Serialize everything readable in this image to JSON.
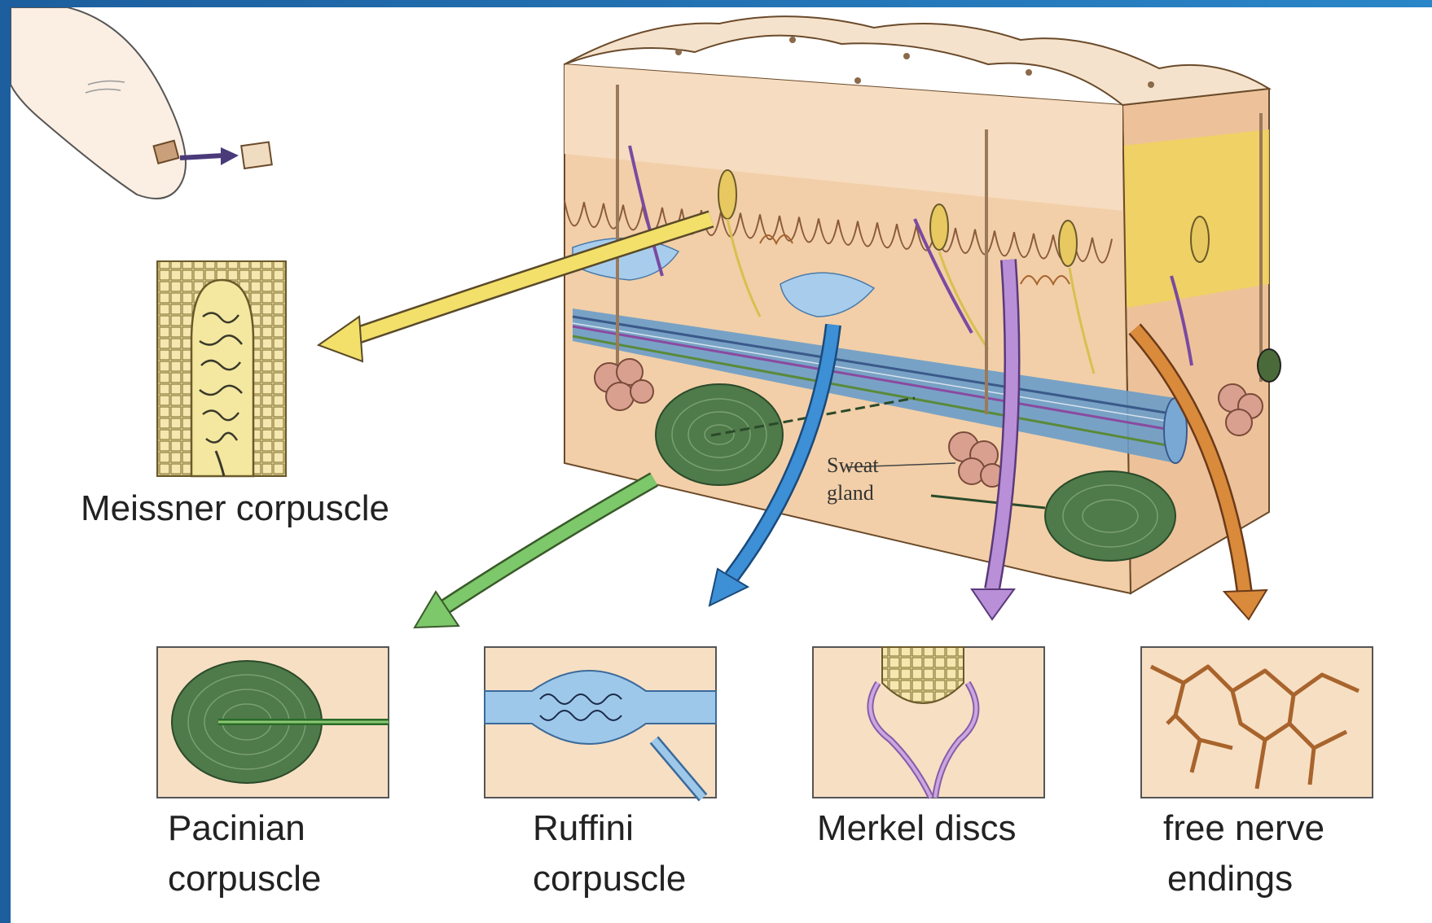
{
  "labels": {
    "meissner": "Meissner corpuscle",
    "pacinian_line1": "Pacinian",
    "pacinian_line2": "corpuscle",
    "ruffini_line1": "Ruffini",
    "ruffini_line2": "corpuscle",
    "merkel": "Merkel discs",
    "free_line1": "free nerve",
    "free_line2": "endings",
    "sweat_line1": "Sweat",
    "sweat_line2": "gland"
  },
  "colors": {
    "frame": "#1f6fb0",
    "skin_surface": "#f3d6b4",
    "dermis": "#f2cca4",
    "epidermis_yellow": "#f5e9a8",
    "meissner_arrow": "#f2e06a",
    "pacinian_arrow": "#7cc86a",
    "ruffini_arrow": "#3d8fd6",
    "merkel_arrow": "#b98fd8",
    "free_nerve_arrow": "#d98a3a",
    "pacinian_green": "#4f7a4a",
    "ruffini_blue": "#9ec8ea",
    "free_nerve_brown": "#a8642c",
    "panel_bg": "#f7dfc4"
  }
}
